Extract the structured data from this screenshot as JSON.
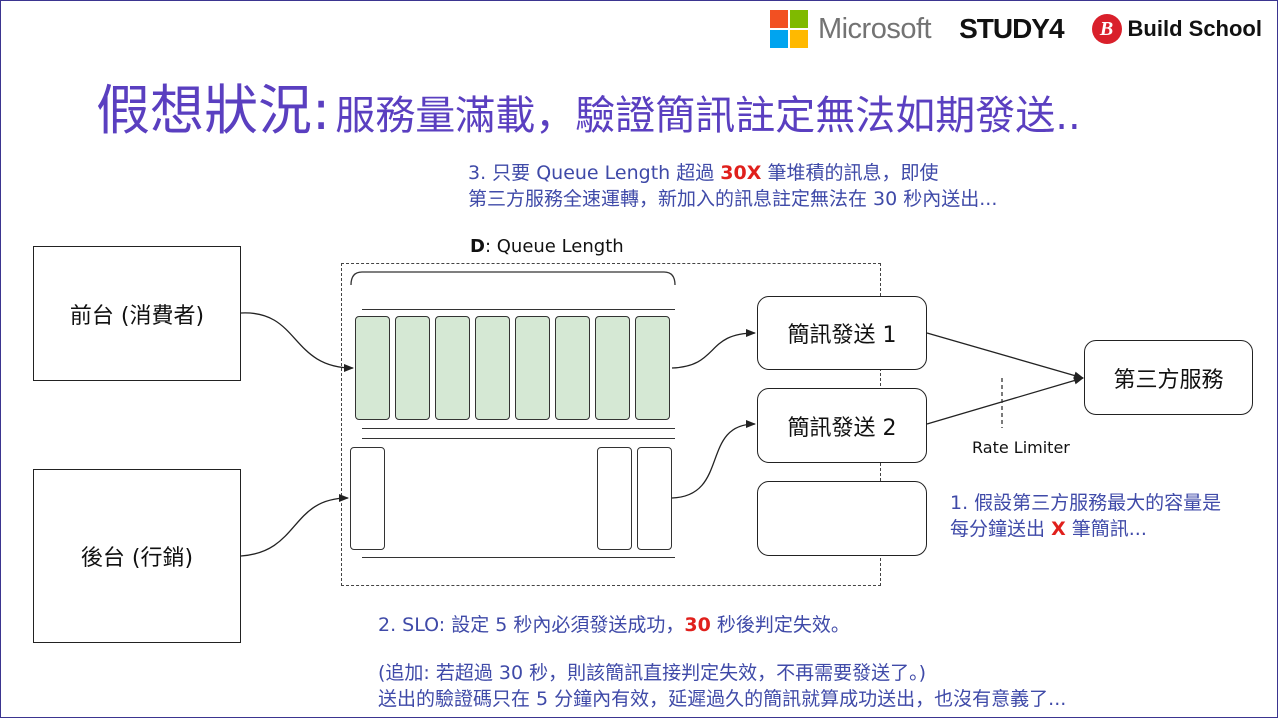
{
  "logos": {
    "microsoft": "Microsoft",
    "microsoft_colors": [
      "#f25022",
      "#7fba00",
      "#00a4ef",
      "#ffb900"
    ],
    "study4": "STUDY4",
    "buildschool": "Build School",
    "buildschool_mark": "B"
  },
  "title": {
    "main": "假想狀況:",
    "sub": "服務量滿載，驗證簡訊註定無法如期發送.."
  },
  "note3": {
    "line1_pre": "3. 只要 Queue Length 超過",
    "line1_red": "30X",
    "line1_post": "筆堆積的訊息，即使",
    "line2": "第三方服務全速運轉，新加入的訊息註定無法在 30 秒內送出..."
  },
  "queue": {
    "label_bold": "D",
    "label_rest": ": Queue Length"
  },
  "boxes": {
    "frontend": "前台 (消費者)",
    "backend": "後台 (行銷)",
    "sender1": "簡訊發送 1",
    "sender2": "簡訊發送 2",
    "sender3": "",
    "third_party": "第三方服務"
  },
  "rate_limiter": "Rate Limiter",
  "note1": {
    "line1": "1. 假設第三方服務最大的容量是",
    "line2_pre": "每分鐘送出",
    "line2_red": "X",
    "line2_post": "筆簡訊..."
  },
  "note2": {
    "line1_pre": "2. SLO: 設定 5 秒內必須發送成功，",
    "line1_red": "30",
    "line1_post": "秒後判定失效。"
  },
  "note2b": {
    "line1": "(追加: 若超過 30 秒，則該簡訊直接判定失效，不再需要發送了。)",
    "line2": "送出的驗證碼只在 5 分鐘內有效，延遲過久的簡訊就算成功送出，也沒有意義了..."
  },
  "colors": {
    "title": "#5a3fc0",
    "note": "#3f4aa8",
    "highlight": "#e0201c",
    "queued_message": "#d5e8d4"
  }
}
